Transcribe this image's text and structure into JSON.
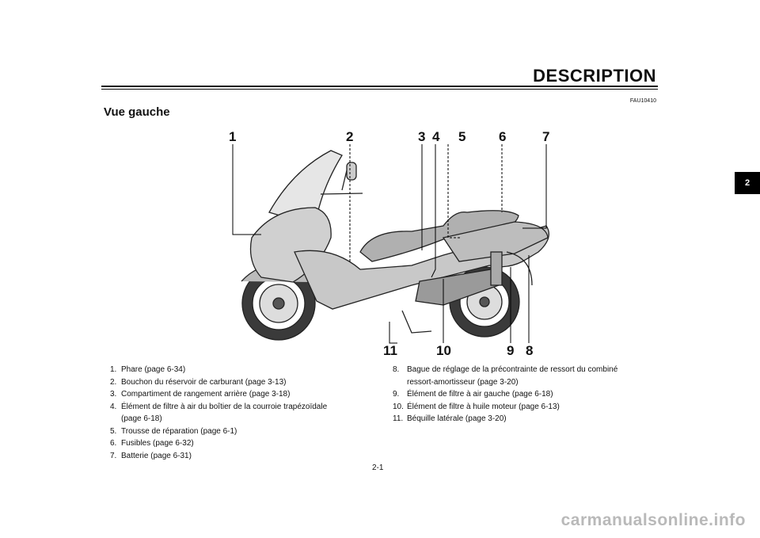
{
  "header": {
    "title": "DESCRIPTION",
    "doc_code": "FAU10410"
  },
  "section": {
    "title": "Vue gauche"
  },
  "chapter_tab": "2",
  "callouts": [
    "1",
    "2",
    "3",
    "4",
    "5",
    "6",
    "7",
    "8",
    "9",
    "10",
    "11"
  ],
  "legend_left": [
    {
      "num": "1.",
      "text": "Phare (page 6-34)"
    },
    {
      "num": "2.",
      "text": "Bouchon du réservoir de carburant (page 3-13)"
    },
    {
      "num": "3.",
      "text": "Compartiment de rangement arrière (page 3-18)"
    },
    {
      "num": "4.",
      "text": "Élément de filtre à air du boîtier de la courroie trapézoïdale"
    },
    {
      "num": "",
      "text": "(page 6-18)"
    },
    {
      "num": "5.",
      "text": "Trousse de réparation (page 6-1)"
    },
    {
      "num": "6.",
      "text": "Fusibles (page 6-32)"
    },
    {
      "num": "7.",
      "text": "Batterie (page 6-31)"
    }
  ],
  "legend_right": [
    {
      "num": "8.",
      "text": "Bague de réglage de la précontrainte de ressort du combiné"
    },
    {
      "num": "",
      "text": "ressort-amortisseur (page 3-20)"
    },
    {
      "num": "9.",
      "text": "Élément de filtre à air gauche (page 6-18)"
    },
    {
      "num": "10.",
      "text": "Élément de filtre à huile moteur (page 6-13)"
    },
    {
      "num": "11.",
      "text": "Béquille latérale (page 3-20)"
    }
  ],
  "page_number": "2-1",
  "watermark": "carmanualsonline.info"
}
